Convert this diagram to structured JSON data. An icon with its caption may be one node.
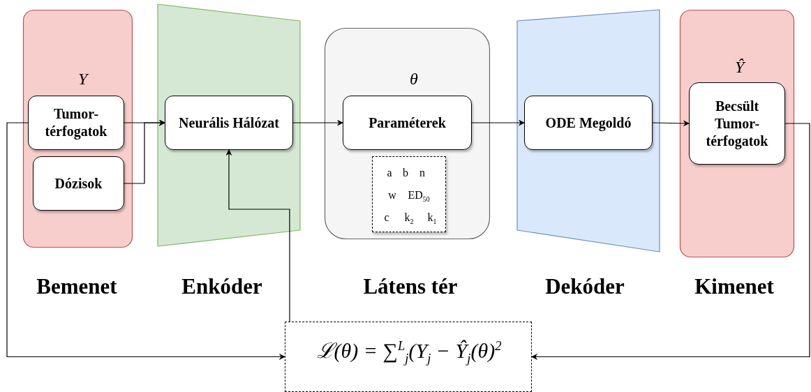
{
  "diagram": {
    "nodes": [
      {
        "text": [
          "Y"
        ],
        "beside": [
          "Bemenet"
        ]
      },
      {
        "text": [
          "Tumor- térfogatok"
        ],
        "in": 0
      },
      {
        "text": [
          "Dózisok"
        ],
        "in": 0
      },
      {
        "text": [],
        "shape": "trapezoid",
        "beside": [
          "Enkóder"
        ]
      },
      {
        "text": [
          "Neurális Hálózat"
        ],
        "in": 3
      },
      {
        "text": [
          "θ"
        ],
        "beside": [
          "Látens tér"
        ]
      },
      {
        "text": [
          "Paraméterek"
        ],
        "in": 5
      },
      {
        "text": [
          "a",
          "b",
          "n",
          "w",
          "ED$_{50}$",
          "c",
          "k$_{2}$",
          "k$_{1}$"
        ],
        "in": 5
      },
      {
        "text": [],
        "shape": "trapezoid",
        "beside": [
          "Dekóder"
        ]
      },
      {
        "text": [
          "ODE Megoldó"
        ],
        "in": 8
      },
      {
        "text": [
          "Ŷ"
        ],
        "beside": [
          "Kimenet"
        ]
      },
      {
        "text": [
          "Becsült Tumor- térfogatok"
        ],
        "in": 10
      },
      {
        "text": [
          "ℒ(θ) = ∑$^{L}$$_{j}$(Y$_{j}$ − Ŷ$_{j}$(θ)$^{2}$"
        ]
      }
    ],
    "edges": [
      {
        "from": 1,
        "to": 4,
        "arrow": "to"
      },
      {
        "from": 2,
        "to": 4,
        "arrow": "to"
      },
      {
        "from": 4,
        "to": 6,
        "arrow": "to"
      },
      {
        "from": 6,
        "to": 9,
        "arrow": "to"
      },
      {
        "from": 9,
        "to": 11,
        "arrow": "to"
      },
      {
        "from": 1,
        "to": 12,
        "arrow": "to"
      },
      {
        "from": 12,
        "to": 4,
        "arrow": "to"
      },
      {
        "from": 11,
        "to": 12,
        "arrow": "to"
      }
    ]
  }
}
